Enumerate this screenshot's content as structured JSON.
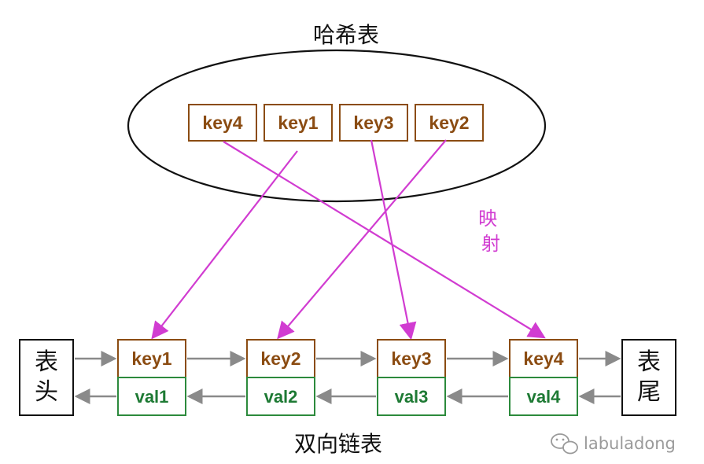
{
  "hash_table": {
    "title": "哈希表",
    "keys": [
      "key4",
      "key1",
      "key3",
      "key2"
    ]
  },
  "mapping_label": "映射",
  "linked_list": {
    "title": "双向链表",
    "head": "表头",
    "tail": "表尾",
    "nodes": [
      {
        "key": "key1",
        "val": "val1"
      },
      {
        "key": "key2",
        "val": "val2"
      },
      {
        "key": "key3",
        "val": "val3"
      },
      {
        "key": "key4",
        "val": "val4"
      }
    ]
  },
  "watermark": {
    "icon": "wechat-icon",
    "text": "labuladong"
  },
  "colors": {
    "key_text": "#8b4c12",
    "key_border": "#8b4c12",
    "val_text": "#1e7a34",
    "val_border": "#2c8a3c",
    "mapping_arrow": "#d13cd1",
    "list_arrow": "#8a8a8a"
  }
}
